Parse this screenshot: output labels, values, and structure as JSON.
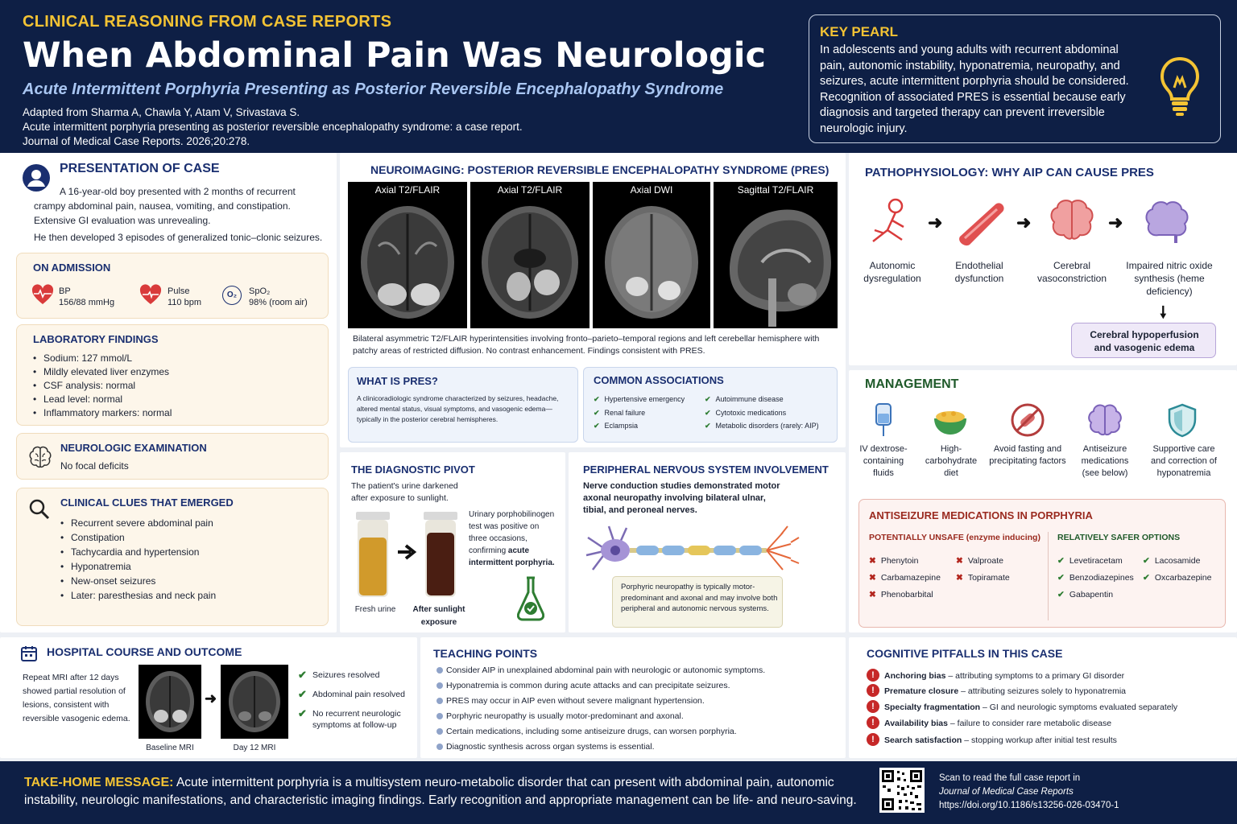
{
  "header": {
    "eyebrow": "CLINICAL REASONING FROM CASE REPORTS",
    "title": "When Abdominal Pain Was Neurologic",
    "subtitle": "Acute Intermittent Porphyria Presenting as Posterior Reversible Encephalopathy Syndrome",
    "citation": [
      "Adapted from Sharma A, Chawla Y, Atam V, Srivastava S.",
      "Acute intermittent porphyria presenting as posterior reversible encephalopathy syndrome: a case report.",
      "Journal of Medical Case Reports. 2026;20:278."
    ]
  },
  "key_pearl": {
    "heading": "KEY PEARL",
    "text": "In adolescents and young adults with recurrent abdominal pain, autonomic instability, hyponatremia, neuropathy, and seizures, acute intermittent porphyria should be considered. Recognition of associated PRES is essential because early diagnosis and targeted therapy can prevent irreversible neurologic injury."
  },
  "presentation": {
    "heading": "PRESENTATION OF CASE",
    "p1": "A 16-year-old boy presented with 2 months of recurrent crampy abdominal pain, nausea, vomiting, and constipation. Extensive GI evaluation was unrevealing.",
    "p2": "He then developed 3 episodes of generalized tonic–clonic seizures."
  },
  "admission": {
    "heading": "ON ADMISSION",
    "bp_label": "BP",
    "bp_value": "156/88 mmHg",
    "pulse_label": "Pulse",
    "pulse_value": "110 bpm",
    "spo2_label": "SpO₂",
    "spo2_value": "98% (room air)",
    "o2_icon": "O₂"
  },
  "labs": {
    "heading": "LABORATORY FINDINGS",
    "items": [
      "Sodium: 127 mmol/L",
      "Mildly elevated liver enzymes",
      "CSF analysis: normal",
      "Lead level: normal",
      "Inflammatory markers: normal"
    ]
  },
  "neuro_exam": {
    "heading": "NEUROLOGIC EXAMINATION",
    "text": "No focal deficits"
  },
  "clues": {
    "heading": "CLINICAL CLUES THAT EMERGED",
    "items": [
      "Recurrent severe abdominal pain",
      "Constipation",
      "Tachycardia and hypertension",
      "Hyponatremia",
      "New-onset seizures",
      "Later: paresthesias and neck pain"
    ]
  },
  "neuroimaging": {
    "heading": "NEUROIMAGING: POSTERIOR REVERSIBLE ENCEPHALOPATHY SYNDROME (PRES)",
    "captions": [
      "Axial T2/FLAIR",
      "Axial T2/FLAIR",
      "Axial DWI",
      "Sagittal T2/FLAIR"
    ],
    "findings": "Bilateral asymmetric T2/FLAIR hyperintensities involving fronto–parieto–temporal regions and left cerebellar hemisphere with patchy areas of restricted diffusion. No contrast enhancement. Findings consistent with PRES."
  },
  "what_is_pres": {
    "heading": "WHAT IS PRES?",
    "text": "A clinicoradiologic syndrome characterized by seizures, headache, altered mental status, visual symptoms, and vasogenic edema—typically in the posterior cerebral hemispheres."
  },
  "associations": {
    "heading": "COMMON ASSOCIATIONS",
    "left": [
      "Hypertensive emergency",
      "Renal failure",
      "Eclampsia"
    ],
    "right": [
      "Autoimmune disease",
      "Cytotoxic medications",
      "Metabolic disorders (rarely: AIP)"
    ]
  },
  "pivot": {
    "heading": "THE DIAGNOSTIC PIVOT",
    "text": "The patient's urine darkened after exposure to sunlight.",
    "side_text": "Urinary porphobilinogen test was positive on three occasions, confirming",
    "side_bold": "acute intermittent porphyria.",
    "fresh_label": "Fresh urine",
    "after_label": "After sunlight exposure"
  },
  "pns": {
    "heading": "PERIPHERAL NERVOUS SYSTEM INVOLVEMENT",
    "text": "Nerve conduction studies demonstrated motor axonal neuropathy involving bilateral ulnar, tibial, and peroneal nerves.",
    "note": "Porphyric neuropathy is typically motor-predominant and axonal and may involve both peripheral and autonomic nervous systems."
  },
  "pathophys": {
    "heading": "PATHOPHYSIOLOGY: WHY AIP CAN CAUSE PRES",
    "steps": [
      "Autonomic dysregulation",
      "Endothelial dysfunction",
      "Cerebral vasoconstriction",
      "Impaired nitric oxide synthesis (heme deficiency)"
    ],
    "result": "Cerebral hypoperfusion and vasogenic edema"
  },
  "management": {
    "heading": "MANAGEMENT",
    "items": [
      "IV dextrose-containing fluids",
      "High-carbohydrate diet",
      "Avoid fasting and precipitating factors",
      "Antiseizure medications (see below)",
      "Supportive care and correction of hyponatremia"
    ]
  },
  "asm": {
    "heading": "ANTISEIZURE MEDICATIONS IN PORPHYRIA",
    "unsafe_heading": "POTENTIALLY UNSAFE (enzyme inducing)",
    "unsafe_col1": [
      "Phenytoin",
      "Carbamazepine",
      "Phenobarbital"
    ],
    "unsafe_col2": [
      "Valproate",
      "Topiramate"
    ],
    "safe_heading": "RELATIVELY SAFER OPTIONS",
    "safe_col1": [
      "Levetiracetam",
      "Benzodiazepines",
      "Gabapentin"
    ],
    "safe_col2": [
      "Lacosamide",
      "Oxcarbazepine"
    ]
  },
  "course": {
    "heading": "HOSPITAL COURSE AND OUTCOME",
    "text": "Repeat MRI after 12 days showed partial resolution of lesions, consistent with reversible vasogenic edema.",
    "baseline_label": "Baseline MRI",
    "day12_label": "Day 12 MRI",
    "outcomes": [
      "Seizures resolved",
      "Abdominal pain resolved",
      "No recurrent neurologic symptoms at follow-up"
    ]
  },
  "teaching": {
    "heading": "TEACHING POINTS",
    "items": [
      "Consider AIP in unexplained abdominal pain with neurologic or autonomic symptoms.",
      "Hyponatremia is common during acute attacks and can precipitate seizures.",
      "PRES may occur in AIP even without severe malignant hypertension.",
      "Porphyric neuropathy is usually motor-predominant and axonal.",
      "Certain medications, including some antiseizure drugs, can worsen porphyria.",
      "Diagnostic synthesis across organ systems is essential."
    ]
  },
  "pitfalls": {
    "heading": "COGNITIVE PITFALLS IN THIS CASE",
    "items": [
      {
        "term": "Anchoring bias",
        "desc": " – attributing symptoms to a primary GI disorder"
      },
      {
        "term": "Premature closure",
        "desc": " – attributing seizures solely to hyponatremia"
      },
      {
        "term": "Specialty fragmentation",
        "desc": " – GI and neurologic symptoms evaluated separately"
      },
      {
        "term": "Availability bias",
        "desc": " – failure to consider rare metabolic disease"
      },
      {
        "term": "Search satisfaction",
        "desc": " – stopping workup after initial test results"
      }
    ]
  },
  "footer": {
    "label": "TAKE-HOME MESSAGE:",
    "text": "Acute intermittent porphyria is a multisystem neuro-metabolic disorder that can present with abdominal pain, autonomic instability, neurologic manifestations, and characteristic imaging findings. Early recognition and appropriate management can be life- and neuro-saving.",
    "scan": "Scan to read the full case report in",
    "journal": "Journal of Medical Case Reports",
    "doi": "https://doi.org/10.1186/s13256-026-03470-1"
  },
  "colors": {
    "navy": "#0e1f45",
    "gold": "#f3c334",
    "heading_blue": "#1a2f70",
    "green": "#2e7d32",
    "red": "#b3261e"
  }
}
